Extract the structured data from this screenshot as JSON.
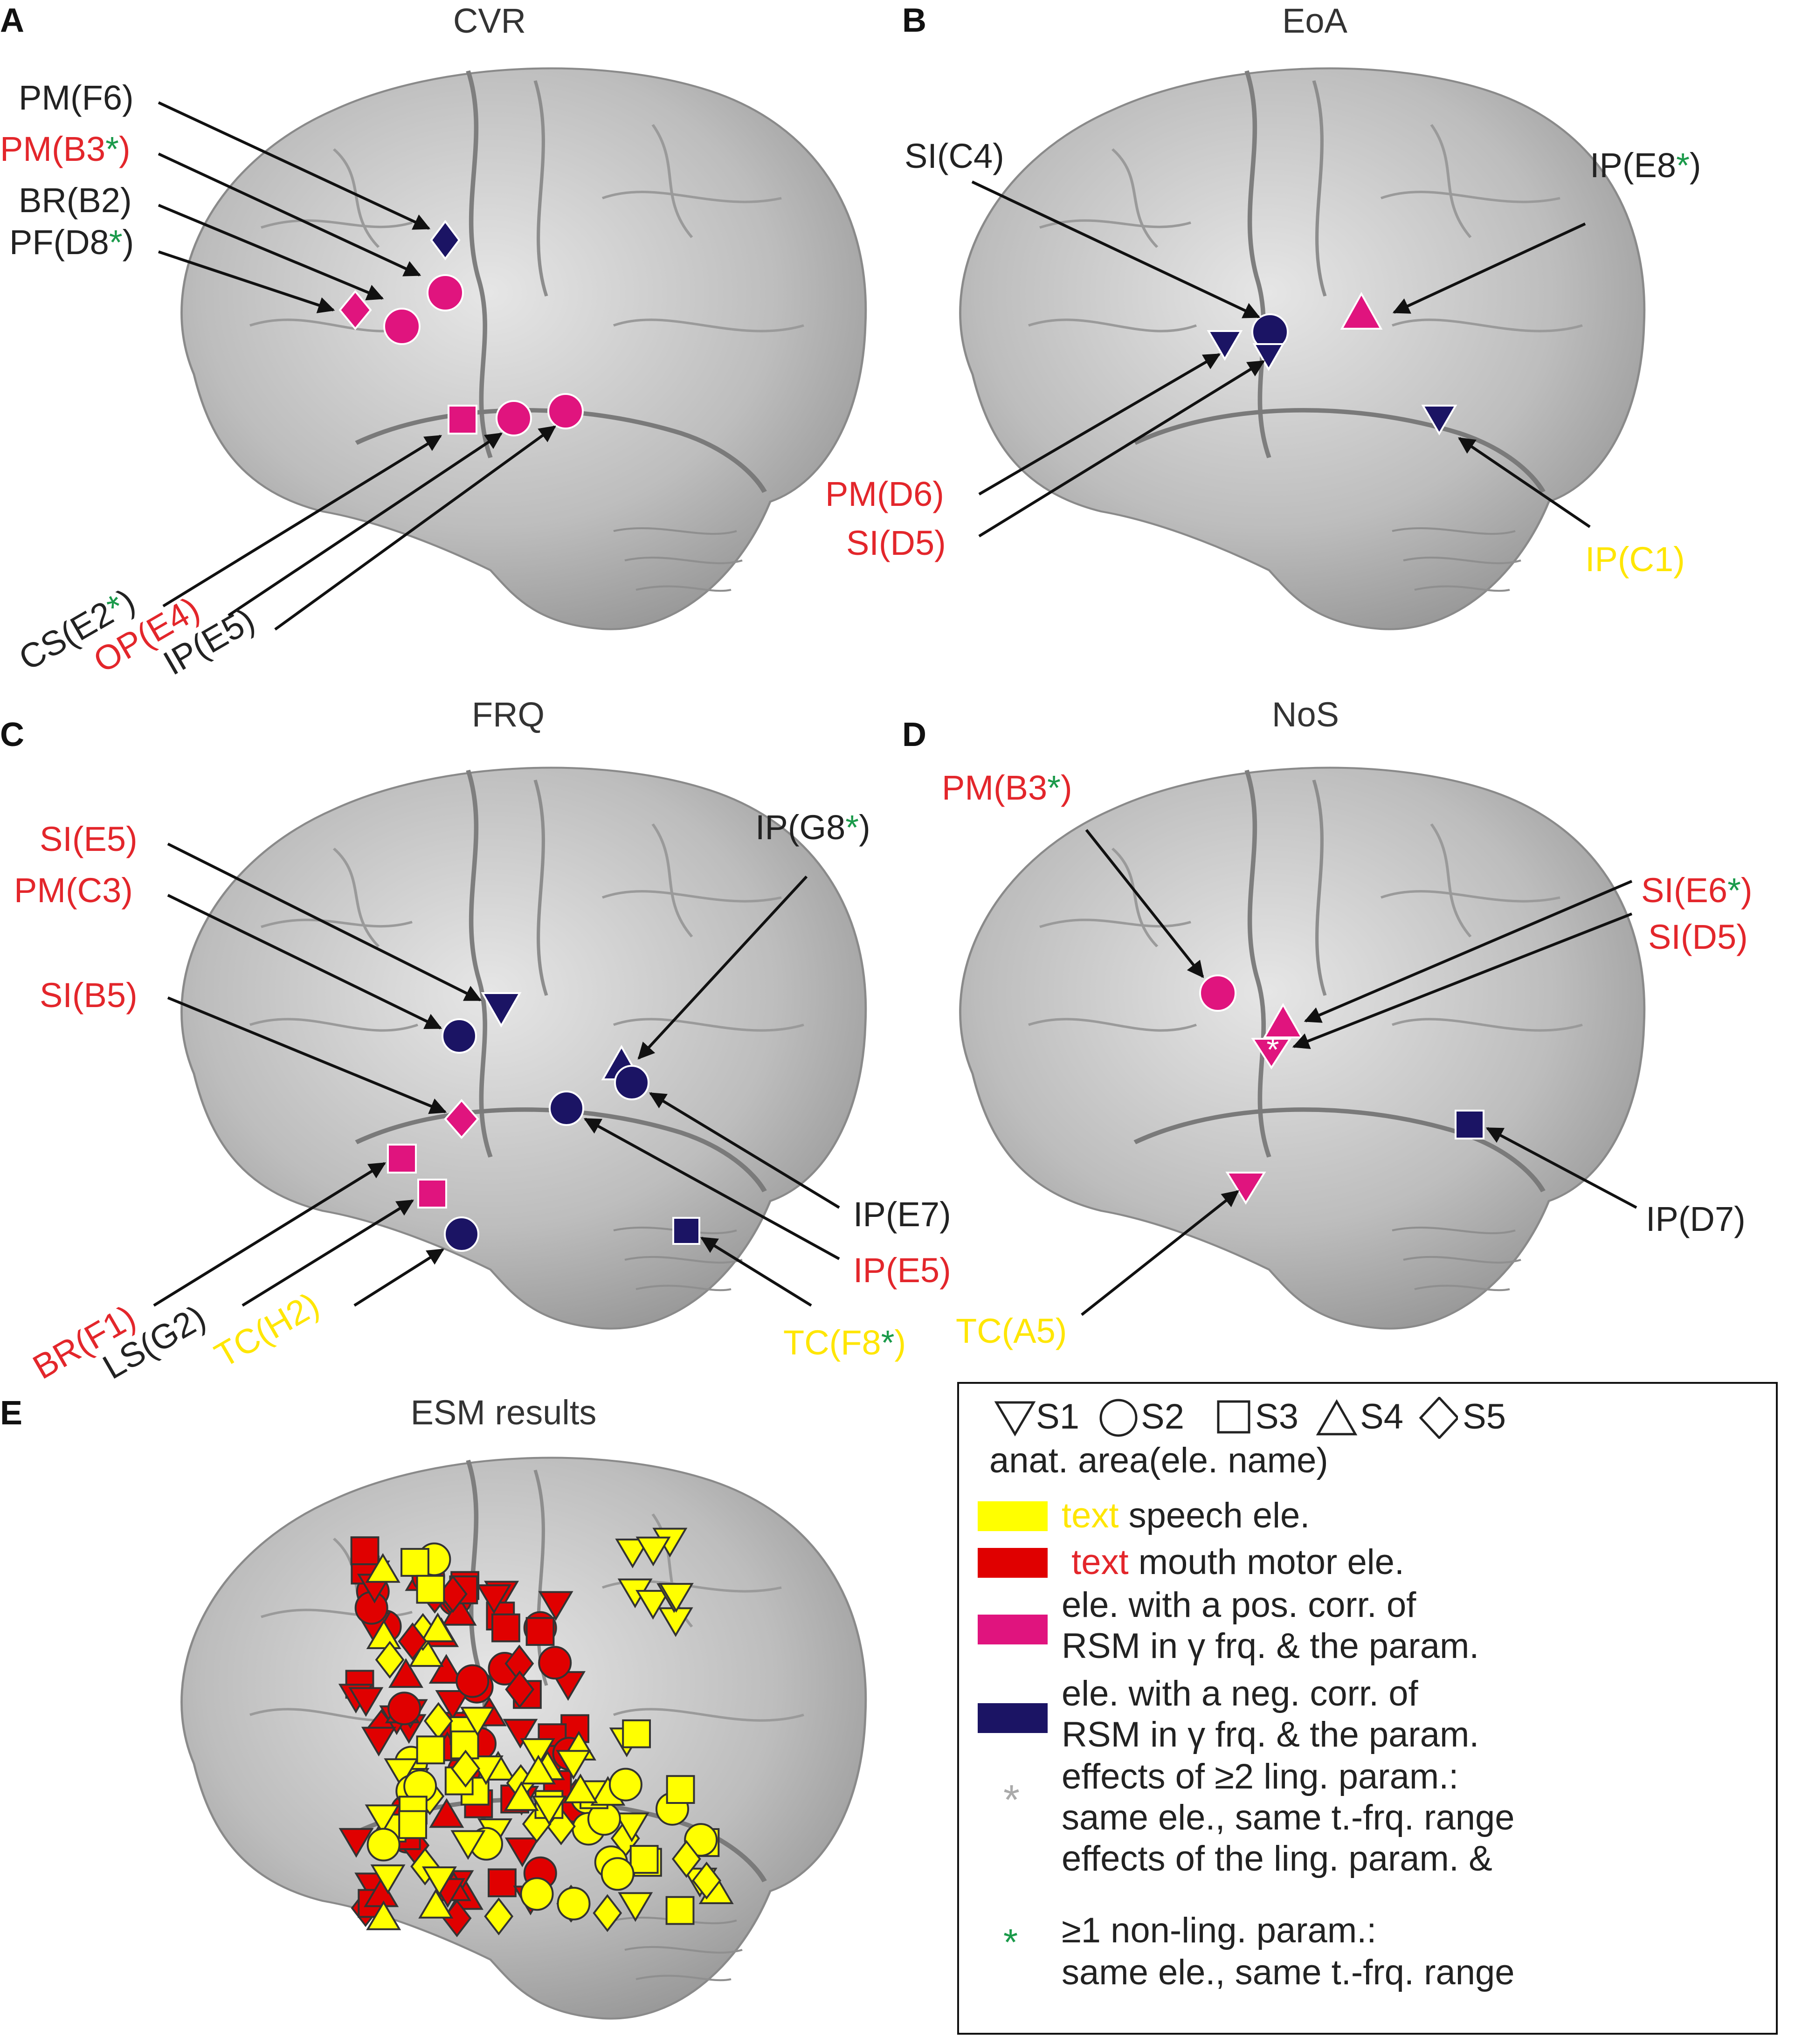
{
  "colors": {
    "pos": "#e0147e",
    "neg": "#1b1464",
    "speech": "#ffff00",
    "motor": "#e00000",
    "label_black": "#222222",
    "label_red": "#e3262b",
    "label_yellow": "#ffe600",
    "label_green": "#1a9a4a",
    "brain": "#b5b5b5"
  },
  "panels": [
    {
      "letter": "A",
      "title": "CVR"
    },
    {
      "letter": "B",
      "title": "EoA"
    },
    {
      "letter": "C",
      "title": "FRQ"
    },
    {
      "letter": "D",
      "title": "NoS"
    },
    {
      "letter": "E",
      "title": "ESM results"
    }
  ],
  "labels": {
    "A": [
      {
        "text": "PM(F6)",
        "color": "black",
        "star": false
      },
      {
        "text": "PM(B3",
        "color": "red",
        "star": true
      },
      {
        "text": "BR(B2)",
        "color": "black",
        "star": false
      },
      {
        "text": "PF(D8",
        "color": "black",
        "star": true
      },
      {
        "text": "CS(E2",
        "color": "black",
        "star": true
      },
      {
        "text": "OP(E4)",
        "color": "red",
        "star": false
      },
      {
        "text": "IP(E5)",
        "color": "black",
        "star": false
      }
    ],
    "B": [
      {
        "text": "SI(C4)",
        "color": "black",
        "star": false
      },
      {
        "text": "IP(E8",
        "color": "black",
        "star": true
      },
      {
        "text": "PM(D6)",
        "color": "red",
        "star": false
      },
      {
        "text": "SI(D5)",
        "color": "red",
        "star": false
      },
      {
        "text": "IP(C1)",
        "color": "yellow",
        "star": false
      }
    ],
    "C": [
      {
        "text": "SI(E5)",
        "color": "red",
        "star": false
      },
      {
        "text": "PM(C3)",
        "color": "red",
        "star": false
      },
      {
        "text": "SI(B5)",
        "color": "red",
        "star": false
      },
      {
        "text": "IP(G8",
        "color": "black",
        "star": true
      },
      {
        "text": "IP(E7)",
        "color": "black",
        "star": false
      },
      {
        "text": "IP(E5)",
        "color": "red",
        "star": false
      },
      {
        "text": "BR(F1)",
        "color": "red",
        "star": false
      },
      {
        "text": "LS(G2)",
        "color": "black",
        "star": false
      },
      {
        "text": "TC(H2)",
        "color": "yellow",
        "star": false
      },
      {
        "text": "TC(F8",
        "color": "yellow",
        "star": true
      }
    ],
    "D": [
      {
        "text": "PM(B3",
        "color": "red",
        "star": true
      },
      {
        "text": "SI(E6",
        "color": "red",
        "star": true
      },
      {
        "text": "SI(D5)",
        "color": "red",
        "star": false
      },
      {
        "text": "IP(D7)",
        "color": "black",
        "star": false
      },
      {
        "text": "TC(A5)",
        "color": "yellow",
        "star": false
      }
    ]
  },
  "legend": {
    "subjects": [
      "S1",
      "S2",
      "S3",
      "S4",
      "S5"
    ],
    "format": "anat. area(ele. name)",
    "speech_word": "text",
    "speech_rest": " speech ele.",
    "motor_word": " text",
    "motor_rest": " mouth motor ele.",
    "pos_line1": "ele. with a pos. corr. of",
    "pos_line2": "RSM in γ frq. & the param.",
    "neg_line1": "ele. with a neg. corr. of",
    "neg_line2": "RSM in γ frq. & the param.",
    "multi_line1": "effects of ≥2 ling. param.:",
    "multi_line2": "same ele., same t.-frq. range",
    "nonling_line1": "effects of the ling. param. &",
    "nonling_line2": "≥1 non-ling. param.:",
    "nonling_line3": "same ele., same t.-frq. range",
    "star_symbol": "*",
    "multi_symbol": "*"
  }
}
